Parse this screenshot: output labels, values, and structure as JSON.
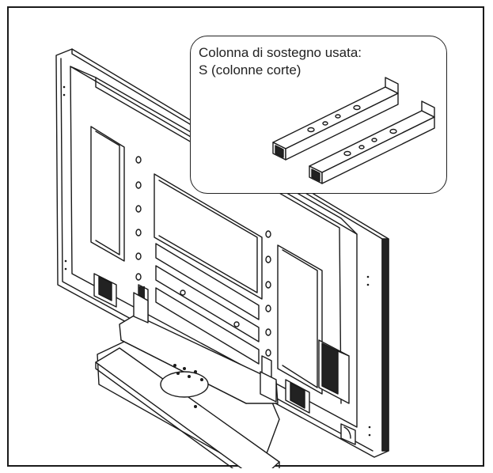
{
  "figure": {
    "callout": {
      "line1": "Colonna di sostegno usata:",
      "line2": "S (colonne corte)"
    },
    "icons": {
      "main": "plasma-display-stand-illustration",
      "parts": "short-support-columns-illustration"
    }
  }
}
